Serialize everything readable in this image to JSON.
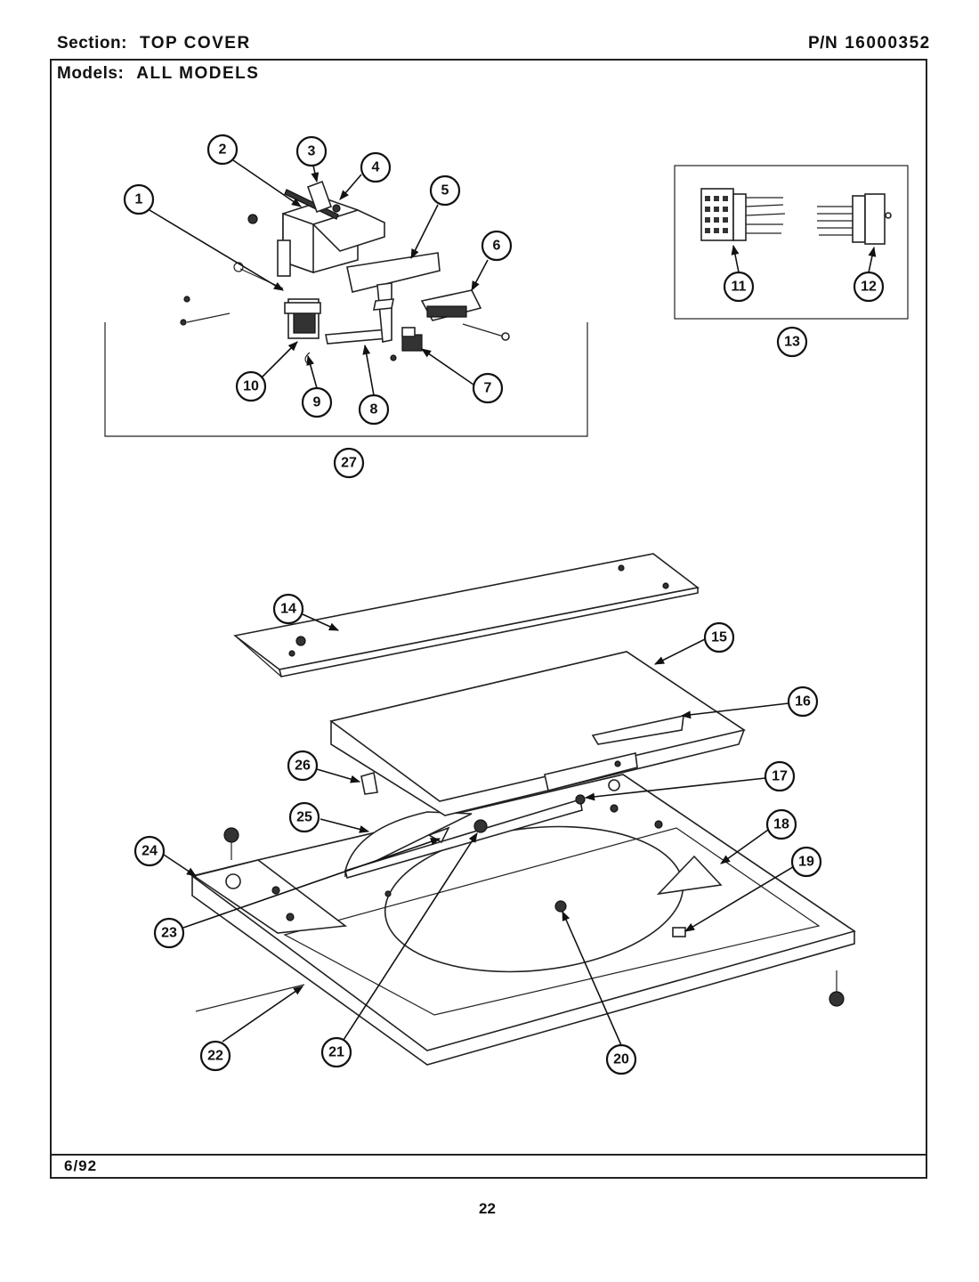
{
  "header": {
    "section_label": "Section:",
    "section_value": "TOP COVER",
    "pn_label": "P/N",
    "pn_value": "16000352",
    "models_label": "Models:",
    "models_value": "ALL MODELS"
  },
  "footer": {
    "date": "6/92",
    "page_number": "22"
  },
  "callouts": [
    "1",
    "2",
    "3",
    "4",
    "5",
    "6",
    "7",
    "8",
    "9",
    "10",
    "11",
    "12",
    "13",
    "14",
    "15",
    "16",
    "17",
    "18",
    "19",
    "20",
    "21",
    "22",
    "23",
    "24",
    "25",
    "26",
    "27"
  ]
}
